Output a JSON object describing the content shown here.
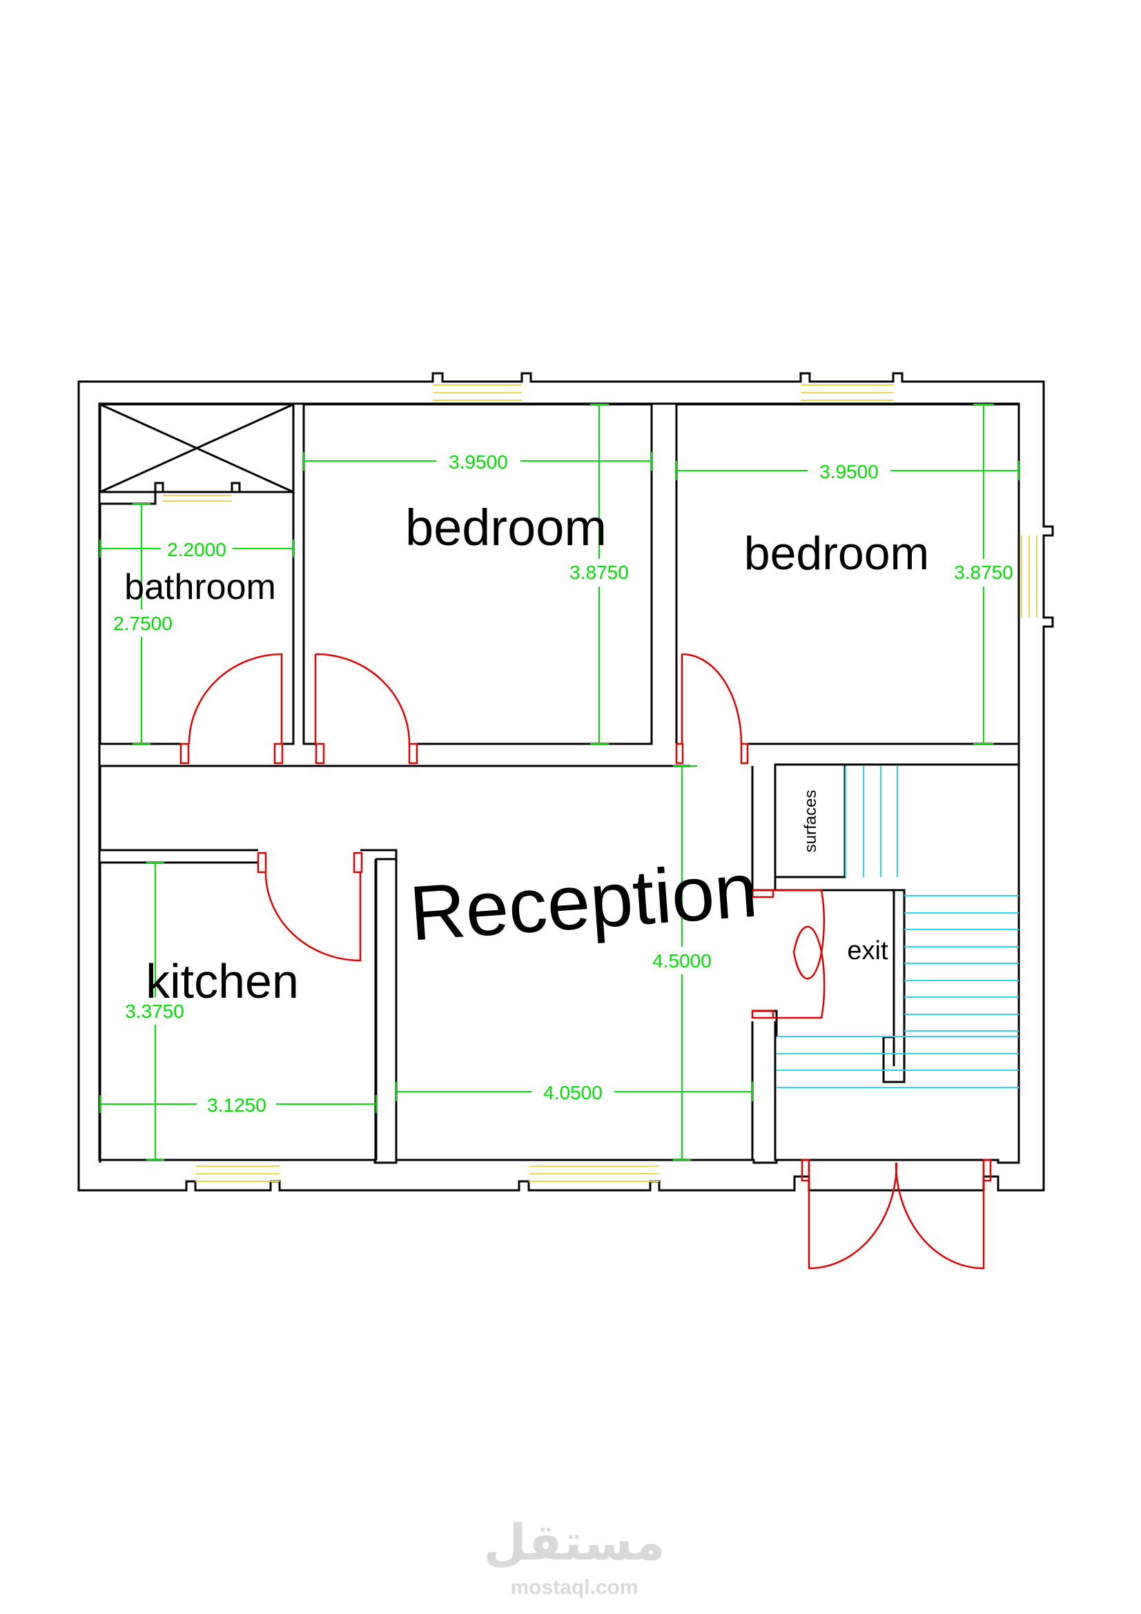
{
  "rooms": {
    "bedroom_1": "bedroom",
    "bedroom_2": "bedroom",
    "bathroom": "bathroom",
    "kitchen": "kitchen",
    "reception": "Reception",
    "surfaces": "surfaces",
    "exit": "exit"
  },
  "dimensions": {
    "bedroom_1_width": "3.9500",
    "bedroom_1_depth": "3.8750",
    "bedroom_2_width": "3.9500",
    "bedroom_2_depth": "3.8750",
    "bathroom_width": "2.2000",
    "bathroom_depth": "2.7500",
    "kitchen_width": "3.1250",
    "kitchen_depth": "3.3750",
    "reception_width": "4.0500",
    "reception_depth": "4.5000"
  },
  "watermark": {
    "arabic": "مستقل",
    "latin": "mostaql.com"
  },
  "colors": {
    "wall": "#000000",
    "dimension": "#00e000",
    "door": "#e00000",
    "window": "#e8d84a",
    "stair": "#29d8ea",
    "watermark": "#d9d9d9"
  }
}
